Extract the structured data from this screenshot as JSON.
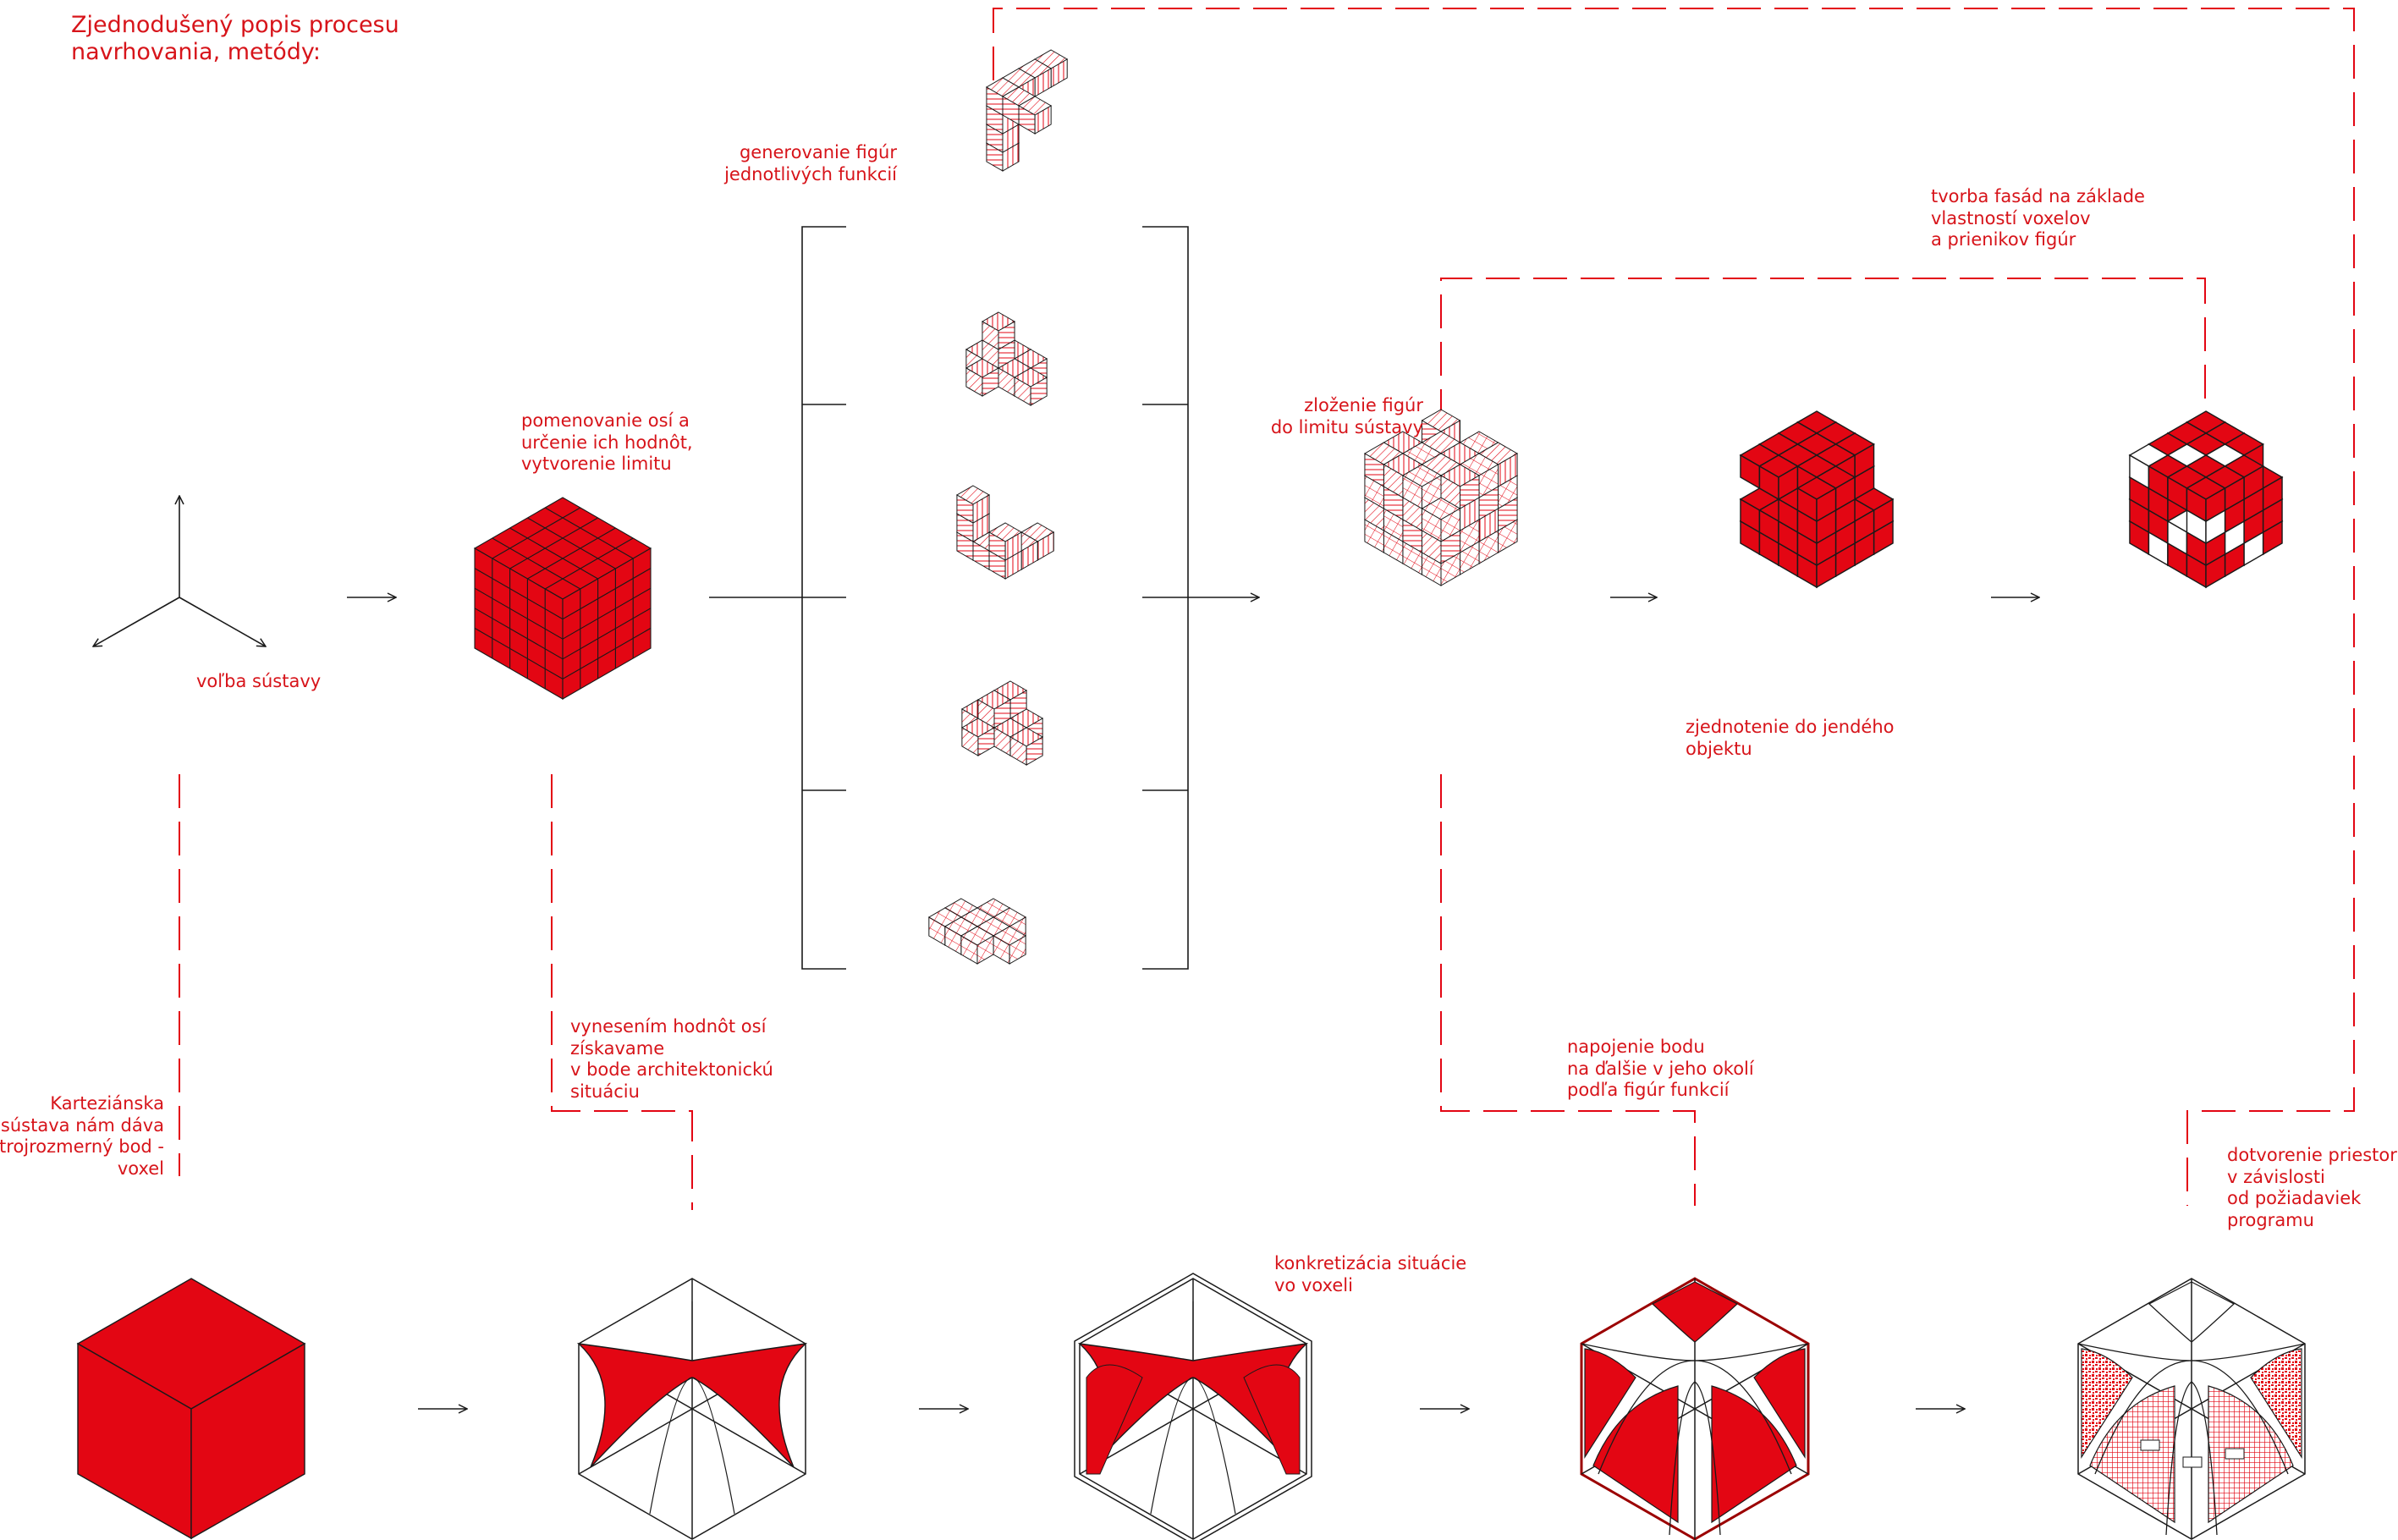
{
  "title_lines": [
    "Zjednodušený popis procesu",
    "navrhovania, metódy:"
  ],
  "labels": {
    "volba_sustavy": [
      "voľba sústavy"
    ],
    "pomenovanie": [
      "pomenovanie osí a",
      "určenie ich hodnôt,",
      "vytvorenie limitu"
    ],
    "generovanie": [
      "generovanie figúr",
      "jednotlivých funkcií"
    ],
    "zlozenie": [
      "zloženie figúr",
      "do limitu sústavy"
    ],
    "tvorba_fasad": [
      "tvorba fasád na základe",
      "vlastností voxelov",
      "a prienikov figúr"
    ],
    "zjednotenie": [
      "zjednotenie do jendého",
      "objektu"
    ],
    "vynesenim": [
      "vynesením hodnôt osí",
      "získavame",
      "v bode architektonickú",
      "situáciu"
    ],
    "kartezianska": [
      "Karteziánska",
      "sústava nám dáva",
      "trojrozmerný bod -",
      "voxel"
    ],
    "konkretizacia": [
      "konkretizácia situácie",
      "vo voxeli"
    ],
    "napojenie": [
      "napojenie bodu",
      "na ďalšie v jeho okolí",
      "podľa figúr funkcií"
    ],
    "dotvorenie": [
      "dotvorenie priestoru",
      "v závislosti",
      "od požiadaviek",
      "programu"
    ]
  },
  "colors": {
    "accent": "#e30613",
    "text": "#d7141a",
    "line": "#1a1a1a"
  }
}
